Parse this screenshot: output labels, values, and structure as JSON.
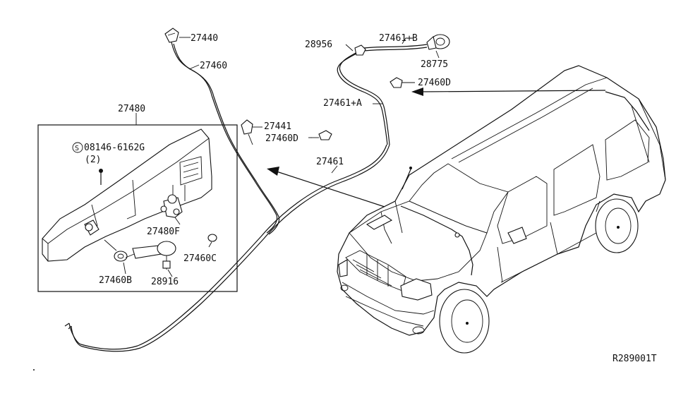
{
  "parts": {
    "p27440": "27440",
    "p27460": "27460",
    "p27480": "27480",
    "p08146": "08146-6162G",
    "p08146_qty": "(2)",
    "p08146_prefix": "S",
    "p27441": "27441",
    "p27460D_a": "27460D",
    "p27461": "27461",
    "p27480F": "27480F",
    "p27460C": "27460C",
    "p27460B": "27460B",
    "p28916": "28916",
    "p28956": "28956",
    "p27461B": "27461+B",
    "p28775": "28775",
    "p27460D_b": "27460D",
    "p27461A": "27461+A"
  },
  "diagram_code": "R289001T"
}
